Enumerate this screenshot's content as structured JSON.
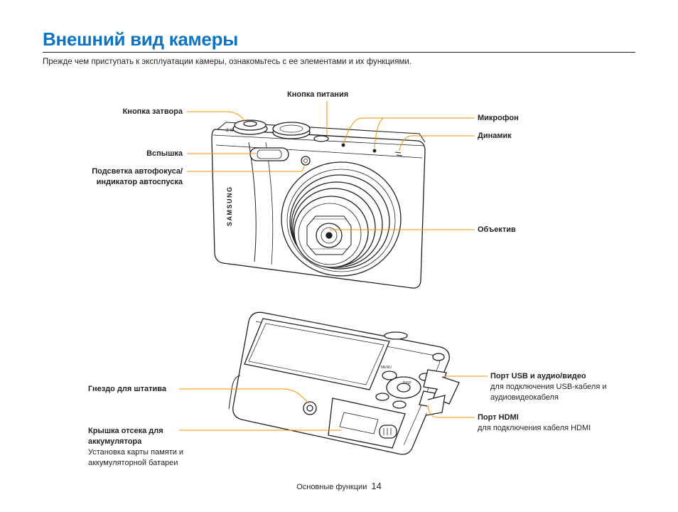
{
  "page": {
    "title": "Внешний вид камеры",
    "intro": "Прежде чем приступать к эксплуатации камеры, ознакомьтесь с ее элементами и их функциями."
  },
  "front_labels": {
    "power_button": "Кнопка питания",
    "shutter_button": "Кнопка затвора",
    "flash": "Вспышка",
    "af_lamp_line1": "Подсветка автофокуса/",
    "af_lamp_line2": "индикатор автоспуска",
    "microphone": "Микрофон",
    "speaker": "Динамик",
    "lens": "Объектив"
  },
  "back_labels": {
    "tripod": "Гнездо для штатива",
    "battery_line1": "Крышка отсека для",
    "battery_line2": "аккумулятора",
    "battery_desc_line1": "Установка карты памяти и",
    "battery_desc_line2": "аккумуляторной батареи",
    "usb_port": "Порт USB и аудио/видео",
    "usb_desc_line1": "для подключения USB-кабеля и",
    "usb_desc_line2": "аудиовидеокабеля",
    "hdmi_port": "Порт HDMI",
    "hdmi_desc": "для подключения кабеля HDMI"
  },
  "camera": {
    "brand": "SAMSUNG",
    "menu_label": "MENU",
    "disp_label": "DISP"
  },
  "footer": {
    "section": "Основные функции",
    "page_number": "14"
  },
  "colors": {
    "title": "#0d74c4",
    "leader": "#f39200",
    "ink": "#231f20"
  }
}
